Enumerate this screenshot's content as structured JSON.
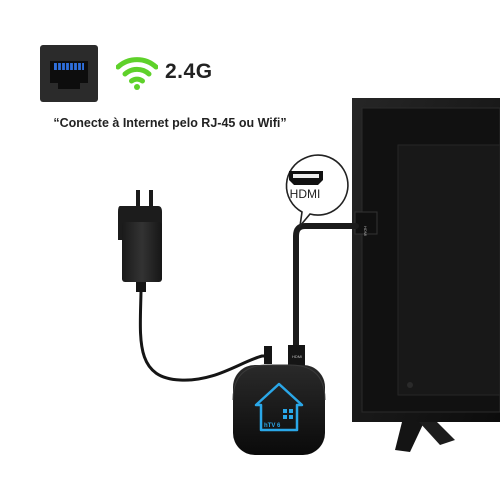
{
  "connectivity": {
    "rj45_icon": "rj45-port-icon",
    "wifi_icon": "wifi-icon",
    "wifi_band": "2.4G",
    "wifi_color": "#5ed12a",
    "port_color": "#2f6fdc"
  },
  "caption": "“Conecte à Internet  pelo RJ-45 ou Wifi”",
  "hdmi_bubble": {
    "label": "HDMI",
    "icon": "hdmi-port-icon"
  },
  "device": {
    "brand": "hTV 6",
    "house_color": "#2aa7e8",
    "hdmi_plug_text": "HDMI"
  },
  "tv": {
    "port_label": "HDMI"
  }
}
